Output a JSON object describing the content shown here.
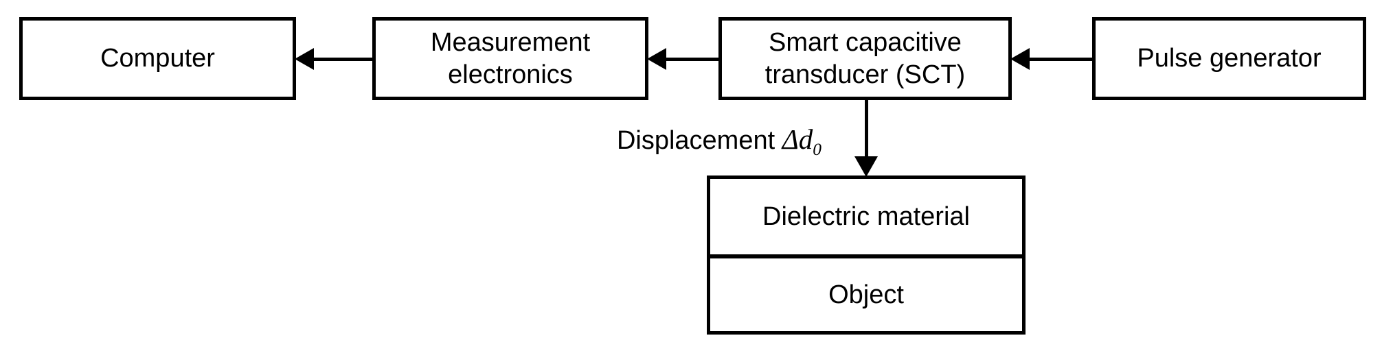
{
  "colors": {
    "stroke": "#000000",
    "background": "#ffffff"
  },
  "boxes": {
    "computer": {
      "lines": [
        "Computer"
      ]
    },
    "measurement_electronics": {
      "lines": [
        "Measurement",
        "electronics"
      ]
    },
    "sct": {
      "lines": [
        "Smart capacitive",
        "transducer (SCT)"
      ]
    },
    "pulse_generator": {
      "lines": [
        "Pulse generator"
      ]
    },
    "dielectric_material": {
      "lines": [
        "Dielectric material"
      ]
    },
    "object": {
      "lines": [
        "Object"
      ]
    }
  },
  "labels": {
    "displacement_prefix": "Displacement",
    "displacement_symbol": "Δd",
    "displacement_subscript": "0"
  },
  "connections": [
    {
      "from": "pulse_generator",
      "to": "sct",
      "direction": "left"
    },
    {
      "from": "sct",
      "to": "measurement_electronics",
      "direction": "left"
    },
    {
      "from": "measurement_electronics",
      "to": "computer",
      "direction": "left"
    },
    {
      "from": "sct",
      "to": "dielectric_material",
      "direction": "down",
      "label": "Displacement Δd0"
    }
  ]
}
